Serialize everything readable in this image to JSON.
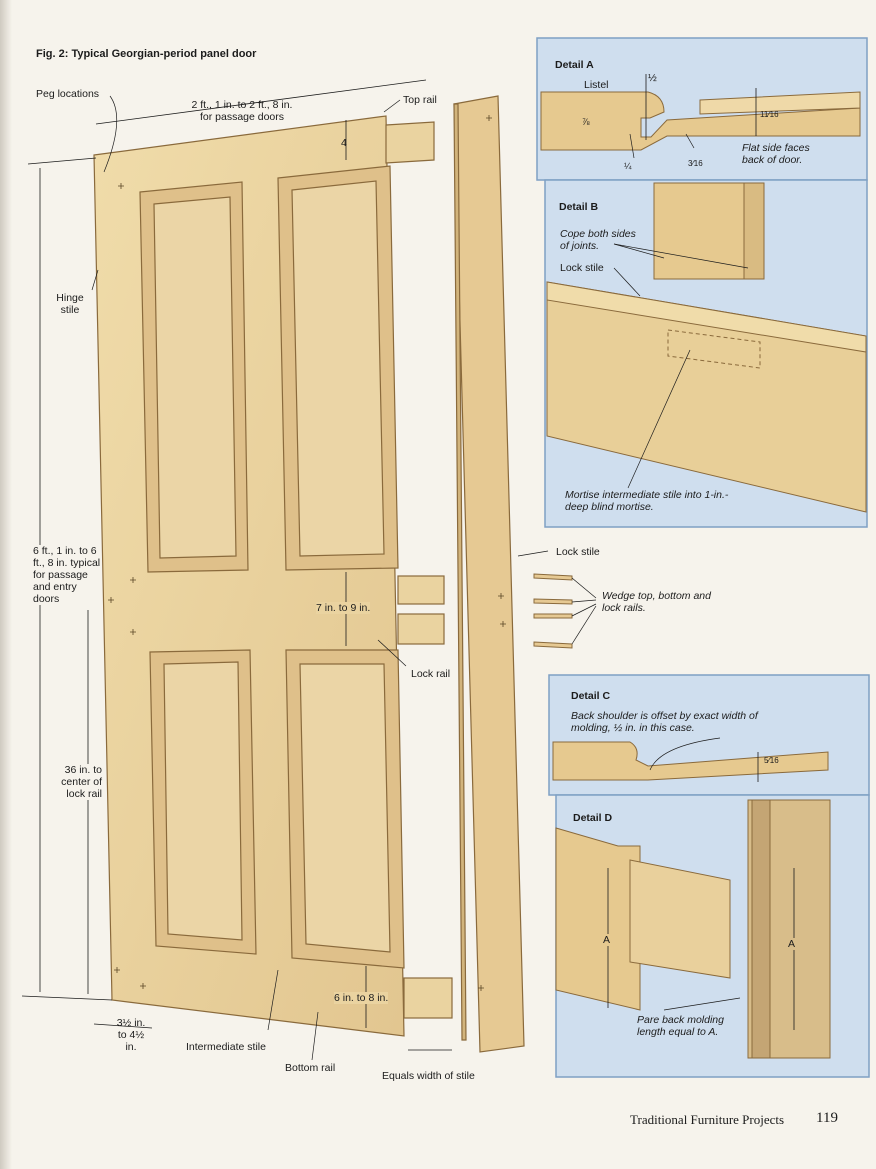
{
  "figure": {
    "title": "Fig. 2: Typical Georgian-period panel door",
    "labels": {
      "peg_locations": "Peg locations",
      "width_note_line1": "2 ft., 1 in. to 2 ft., 8 in.",
      "width_note_line2": "for passage doors",
      "top_rail": "Top rail",
      "top_rail_dim": "4",
      "hinge_stile": "Hinge stile",
      "height_note": "6 ft., 1 in. to 6 ft., 8 in. typical for passage and entry doors",
      "lock_rail_dim": "7 in. to 9 in.",
      "lock_rail": "Lock rail",
      "lock_height": "36 in. to center of lock rail",
      "bottom_rail_dim": "6 in. to 8 in.",
      "stile_width": "3½ in. to 4½ in.",
      "intermediate_stile": "Intermediate stile",
      "bottom_rail": "Bottom rail",
      "equals_width": "Equals width of stile",
      "lock_stile": "Lock stile",
      "wedge_note": "Wedge top, bottom and lock rails."
    }
  },
  "details": {
    "a": {
      "title": "Detail A",
      "listel": "Listel",
      "half": "½",
      "seven_eighths": "⅞",
      "eleven_sixteenths": "11⁄16",
      "quarter": "¼",
      "three_sixteenths": "3⁄16",
      "note": "Flat side faces back of door."
    },
    "b": {
      "title": "Detail B",
      "cope_note": "Cope both sides of joints.",
      "lock_stile": "Lock stile",
      "mortise_note": "Mortise intermediate stile into 1-in.-deep blind mortise."
    },
    "c": {
      "title": "Detail C",
      "note": "Back shoulder is offset by exact width of molding, ½ in. in this case.",
      "five_sixteenths": "5⁄16"
    },
    "d": {
      "title": "Detail D",
      "a_left": "A",
      "a_right": "A",
      "note": "Pare back molding length equal to A."
    }
  },
  "footer": {
    "book_title": "Traditional Furniture Projects",
    "page_number": "119"
  },
  "colors": {
    "wood": "#e9d3a0",
    "wood_dark": "#d2b47c",
    "wood_edge": "#8a6a3c",
    "detail_bg": "#cfdeee",
    "detail_border": "#7fa0c4"
  }
}
